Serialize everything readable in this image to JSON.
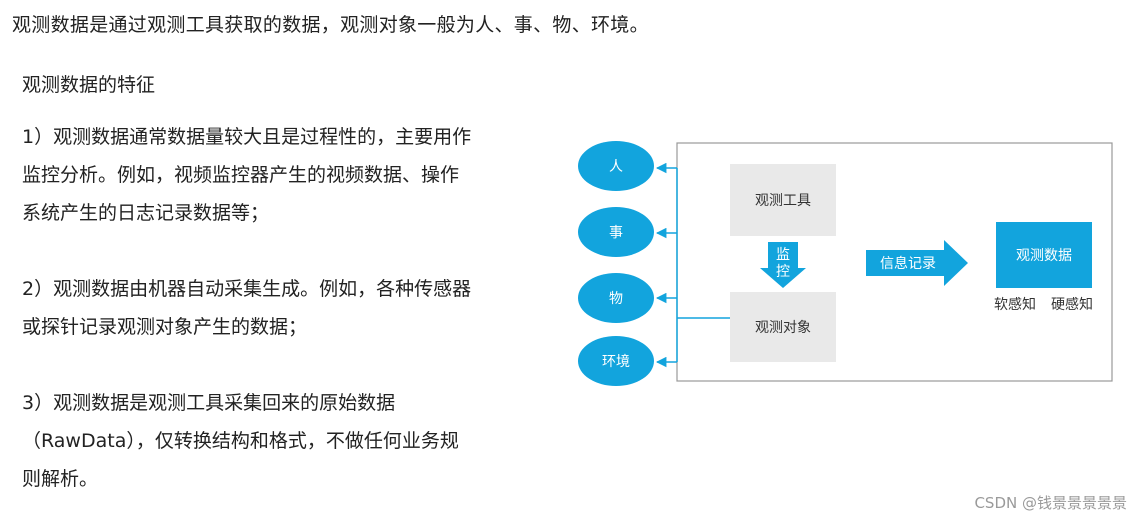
{
  "intro_text": "观测数据是通过观测工具获取的数据，观测对象一般为人、事、物、环境。",
  "section_heading": "观测数据的特征",
  "points": [
    {
      "lines": [
        "1）观测数据通常数据量较大且是过程性的，主要用作",
        "监控分析。例如，视频监控器产生的视频数据、操作",
        "系统产生的日志记录数据等；"
      ]
    },
    {
      "lines": [
        "2）观测数据由机器自动采集生成。例如，各种传感器",
        "或探针记录观测对象产生的数据；"
      ]
    },
    {
      "lines": [
        "3）观测数据是观测工具采集回来的原始数据",
        "（RawData），仅转换结构和格式，不做任何业务规",
        "则解析。"
      ]
    }
  ],
  "diagram": {
    "objects": [
      "人",
      "事",
      "物",
      "环境"
    ],
    "tool_label": "观测工具",
    "monitor_label": [
      "监",
      "控"
    ],
    "target_label": "观测对象",
    "record_label": "信息记录",
    "output_label": "观测数据",
    "perception_labels": [
      "软感知",
      "硬感知"
    ],
    "colors": {
      "accent": "#12a4dd",
      "box_gray": "#e9e9e9",
      "frame": "#999999"
    }
  },
  "watermark": "CSDN @钱景景景景景"
}
